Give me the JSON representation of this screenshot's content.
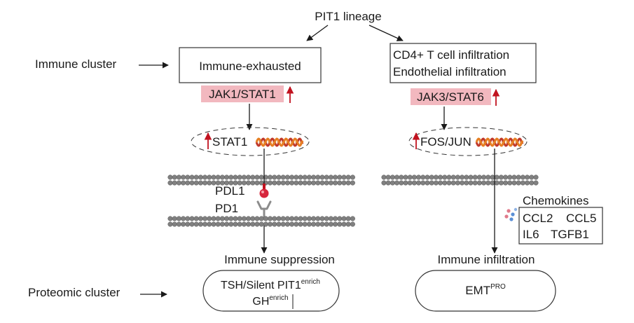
{
  "lineage": "PIT1 lineage",
  "left_label_immune": "Immune cluster",
  "left_label_proteomic": "Proteomic cluster",
  "left_branch": {
    "box": "Immune-exhausted",
    "kinase": "JAK1/STAT1",
    "tf": "STAT1",
    "ligand": "PDL1",
    "receptor": "PD1",
    "outcome": "Immune suppression",
    "proteomic_line1": "TSH/Silent PIT1",
    "proteomic_sup1": "enrich",
    "proteomic_line2": "GH",
    "proteomic_sup2": "enrich"
  },
  "right_branch": {
    "box_line1": "CD4+ T cell infiltration",
    "box_line2": "Endothelial infiltration",
    "kinase": "JAK3/STAT6",
    "tf": "FOS/JUN",
    "chemokines_title": "Chemokines",
    "chemokines": [
      "CCL2",
      "CCL5",
      "IL6",
      "TGFB1"
    ],
    "outcome": "Immune infiltration",
    "proteomic_main": "EMT",
    "proteomic_sup": "PRO"
  },
  "colors": {
    "highlight": "#f2b8bf",
    "up_arrow": "#c1121f",
    "membrane": "#808080",
    "dna_a": "#c0392b",
    "dna_b": "#e67e22"
  }
}
